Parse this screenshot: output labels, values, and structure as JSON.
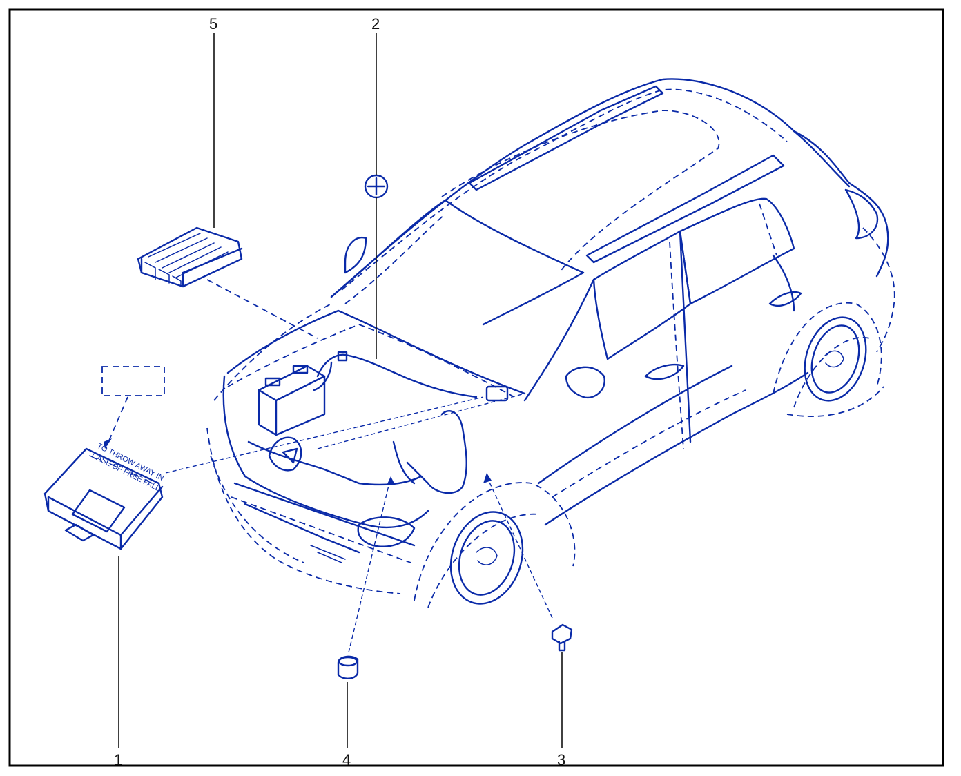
{
  "diagram": {
    "colors": {
      "drawing": "#0a2aa8",
      "callouts": "#111111",
      "frame": "#000000"
    },
    "callouts": [
      {
        "id": "1",
        "label": "1"
      },
      {
        "id": "2",
        "label": "2"
      },
      {
        "id": "3",
        "label": "3"
      },
      {
        "id": "4",
        "label": "4"
      },
      {
        "id": "5",
        "label": "5"
      }
    ],
    "module_label": {
      "line1": "TO THROW AWAY IN",
      "line2": "CASE OF FREE FALL"
    },
    "symbols": {
      "positive_terminal": "plus-circle-icon"
    }
  }
}
